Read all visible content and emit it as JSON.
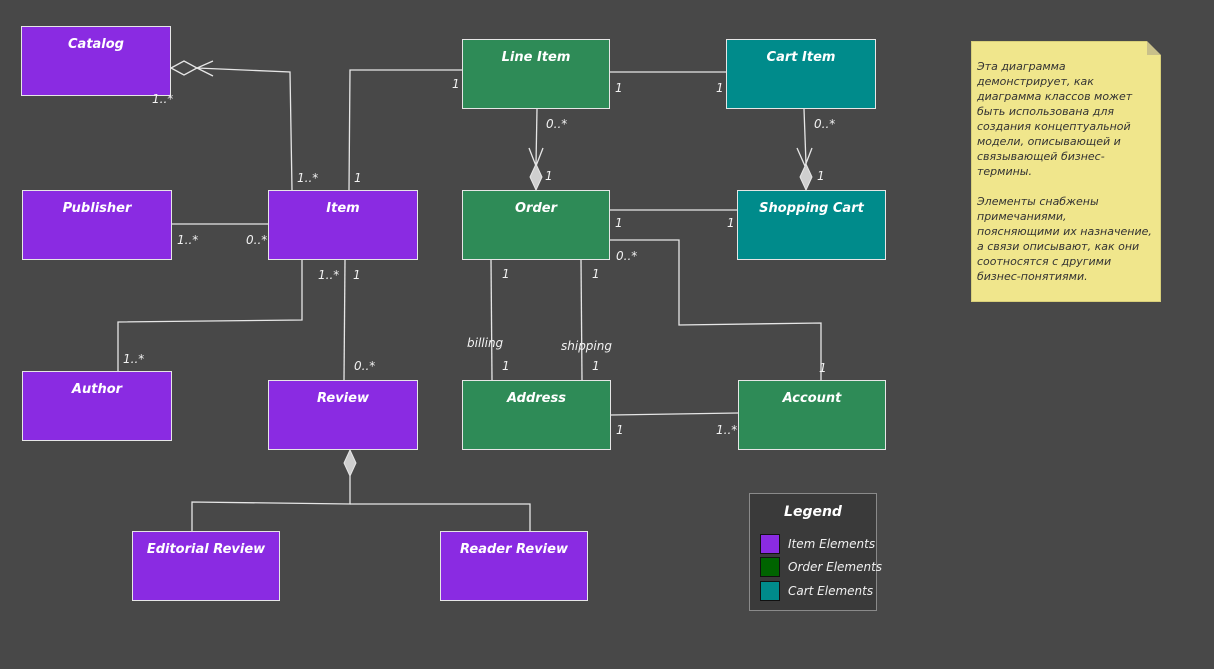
{
  "colors": {
    "background": "#484848",
    "item": "#8a2be2",
    "order": "#2e8b57",
    "cart": "#008b8b",
    "legend_order_swatch": "#006400",
    "note": "#f0e68c",
    "line": "#e6e6e6"
  },
  "classes": {
    "catalog": "Catalog",
    "publisher": "Publisher",
    "item": "Item",
    "author": "Author",
    "review": "Review",
    "editorial_review": "Editorial Review",
    "reader_review": "Reader Review",
    "line_item": "Line Item",
    "order": "Order",
    "address": "Address",
    "cart_item": "Cart Item",
    "shopping_cart": "Shopping Cart",
    "account": "Account"
  },
  "multiplicities": {
    "catalog_item_catalog_end": "1..*",
    "catalog_item_item_end": "1..*",
    "publisher_item_publisher_end": "1..*",
    "publisher_item_item_end": "0..*",
    "item_author_item_end": "1..*",
    "item_author_author_end": "1..*",
    "item_review_item_end": "1",
    "item_review_review_end": "0..*",
    "item_lineitem_item_end": "1",
    "item_lineitem_lineitem_end": "1",
    "lineitem_cartitem_lineitem_end": "1",
    "lineitem_cartitem_cartitem_end": "1",
    "lineitem_order_lineitem_end": "0..*",
    "lineitem_order_order_end": "1",
    "cartitem_cart_cartitem_end": "0..*",
    "cartitem_cart_cart_end": "1",
    "order_cart_order_end": "1",
    "order_cart_cart_end": "1",
    "order_billing_order_end": "1",
    "order_billing_address_end": "1",
    "order_shipping_order_end": "1",
    "order_shipping_address_end": "1",
    "order_account_order_end": "0..*",
    "order_account_account_end": "1",
    "address_account_address_end": "1",
    "address_account_account_end": "1..*"
  },
  "roles": {
    "billing": "billing",
    "shipping": "shipping"
  },
  "note": {
    "text": "Эта диаграмма демонстрирует, как диаграмма классов может быть использована для создания концептуальной модели, описывающей и связывающей бизнес-термины.\n\nЭлементы снабжены примечаниями, поясняющими их назначение,\nа связи описывают, как они соотносятся с другими бизнес-понятиями."
  },
  "legend": {
    "title": "Legend",
    "items": [
      {
        "label": "Item Elements"
      },
      {
        "label": "Order Elements"
      },
      {
        "label": "Cart Elements"
      }
    ]
  }
}
